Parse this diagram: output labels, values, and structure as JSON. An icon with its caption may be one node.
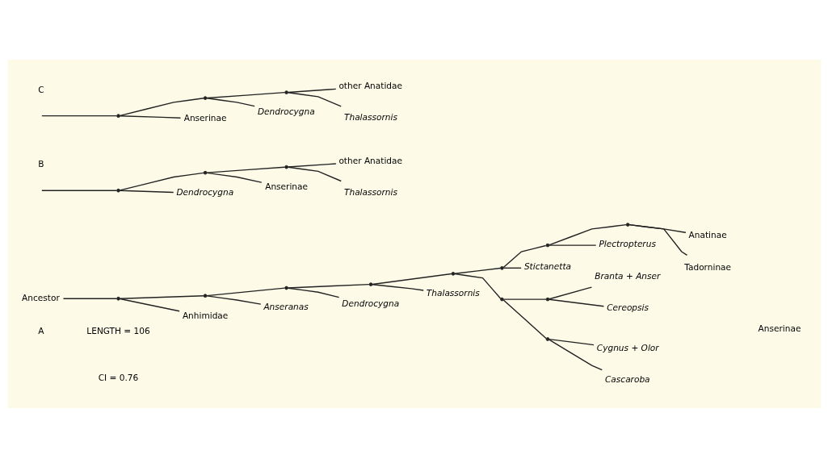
{
  "diagram": {
    "nodes": [
      {
        "text": [
          "Ancestor"
        ]
      },
      {
        "text": [],
        "shape": "point"
      },
      {
        "text": [
          "Anhimidae"
        ]
      },
      {
        "text": [],
        "shape": "point"
      },
      {
        "text": [
          "Anseranas"
        ]
      },
      {
        "text": [],
        "shape": "point"
      },
      {
        "text": [
          "Dendrocygna"
        ]
      },
      {
        "text": [],
        "shape": "point"
      },
      {
        "text": [
          "Thalassornis"
        ]
      },
      {
        "text": [],
        "shape": "point"
      },
      {
        "text": [],
        "shape": "point"
      },
      {
        "text": [],
        "shape": "point"
      },
      {
        "text": [
          "Cascaroba"
        ]
      },
      {
        "text": [
          "Cygnus + Olor"
        ]
      },
      {
        "text": [],
        "shape": "point"
      },
      {
        "text": [
          "Cereopsis"
        ]
      },
      {
        "text": [
          "Branta + Anser"
        ]
      },
      {
        "text": [],
        "shape": "point"
      },
      {
        "text": [
          "Stictanetta"
        ]
      },
      {
        "text": [],
        "shape": "point"
      },
      {
        "text": [
          "Plectropterus"
        ]
      },
      {
        "text": [],
        "shape": "point"
      },
      {
        "text": [
          "Tadorninae"
        ]
      },
      {
        "text": [
          "Anatinae"
        ]
      },
      {
        "text": [],
        "shape": "point"
      },
      {
        "text": [
          "Dendrocygna"
        ]
      },
      {
        "text": [],
        "shape": "point"
      },
      {
        "text": [
          "Anserinae"
        ]
      },
      {
        "text": [],
        "shape": "point"
      },
      {
        "text": [
          "Thalassornis"
        ]
      },
      {
        "text": [
          "other Anatidae"
        ]
      },
      {
        "text": [],
        "shape": "point"
      },
      {
        "text": [
          "Anserinae"
        ]
      },
      {
        "text": [],
        "shape": "point"
      },
      {
        "text": [
          "Dendrocygna"
        ]
      },
      {
        "text": [],
        "shape": "point"
      },
      {
        "text": [
          "Thalassornis"
        ]
      },
      {
        "text": [
          "other Anatidae"
        ]
      }
    ],
    "edges": [
      {
        "from": 0,
        "to": 1,
        "arrow": "none"
      },
      {
        "from": 1,
        "to": 2,
        "arrow": "none"
      },
      {
        "from": 1,
        "to": 3,
        "arrow": "none"
      },
      {
        "from": 3,
        "to": 4,
        "arrow": "none"
      },
      {
        "from": 3,
        "to": 5,
        "arrow": "none"
      },
      {
        "from": 5,
        "to": 6,
        "arrow": "none"
      },
      {
        "from": 5,
        "to": 7,
        "arrow": "none"
      },
      {
        "from": 7,
        "to": 8,
        "arrow": "none"
      },
      {
        "from": 7,
        "to": 9,
        "arrow": "none"
      },
      {
        "from": 9,
        "to": 10,
        "arrow": "none"
      },
      {
        "from": 10,
        "to": 11,
        "arrow": "none"
      },
      {
        "from": 11,
        "to": 12,
        "arrow": "none"
      },
      {
        "from": 11,
        "to": 13,
        "arrow": "none"
      },
      {
        "from": 10,
        "to": 14,
        "arrow": "none"
      },
      {
        "from": 14,
        "to": 15,
        "arrow": "none"
      },
      {
        "from": 14,
        "to": 16,
        "arrow": "none"
      },
      {
        "from": 9,
        "to": 17,
        "arrow": "none"
      },
      {
        "from": 17,
        "to": 18,
        "arrow": "none"
      },
      {
        "from": 17,
        "to": 19,
        "arrow": "none"
      },
      {
        "from": 19,
        "to": 20,
        "arrow": "none"
      },
      {
        "from": 19,
        "to": 21,
        "arrow": "none"
      },
      {
        "from": 21,
        "to": 22,
        "arrow": "none"
      },
      {
        "from": 21,
        "to": 23,
        "arrow": "none"
      },
      {
        "from": null,
        "to": 24,
        "arrow": "none"
      },
      {
        "from": 24,
        "to": 25,
        "arrow": "none"
      },
      {
        "from": 24,
        "to": 26,
        "arrow": "none"
      },
      {
        "from": 26,
        "to": 27,
        "arrow": "none"
      },
      {
        "from": 26,
        "to": 28,
        "arrow": "none"
      },
      {
        "from": 28,
        "to": 29,
        "arrow": "none"
      },
      {
        "from": 28,
        "to": 30,
        "arrow": "none"
      },
      {
        "from": null,
        "to": 31,
        "arrow": "none"
      },
      {
        "from": 31,
        "to": 32,
        "arrow": "none"
      },
      {
        "from": 31,
        "to": 33,
        "arrow": "none"
      },
      {
        "from": 33,
        "to": 34,
        "arrow": "none"
      },
      {
        "from": 33,
        "to": 35,
        "arrow": "none"
      },
      {
        "from": 35,
        "to": 36,
        "arrow": "none"
      },
      {
        "from": 35,
        "to": 37,
        "arrow": "none"
      }
    ],
    "labels": [
      "LENGTH = 106",
      "CI = 0.76",
      "A",
      "Anserinae",
      "B",
      "C"
    ]
  }
}
